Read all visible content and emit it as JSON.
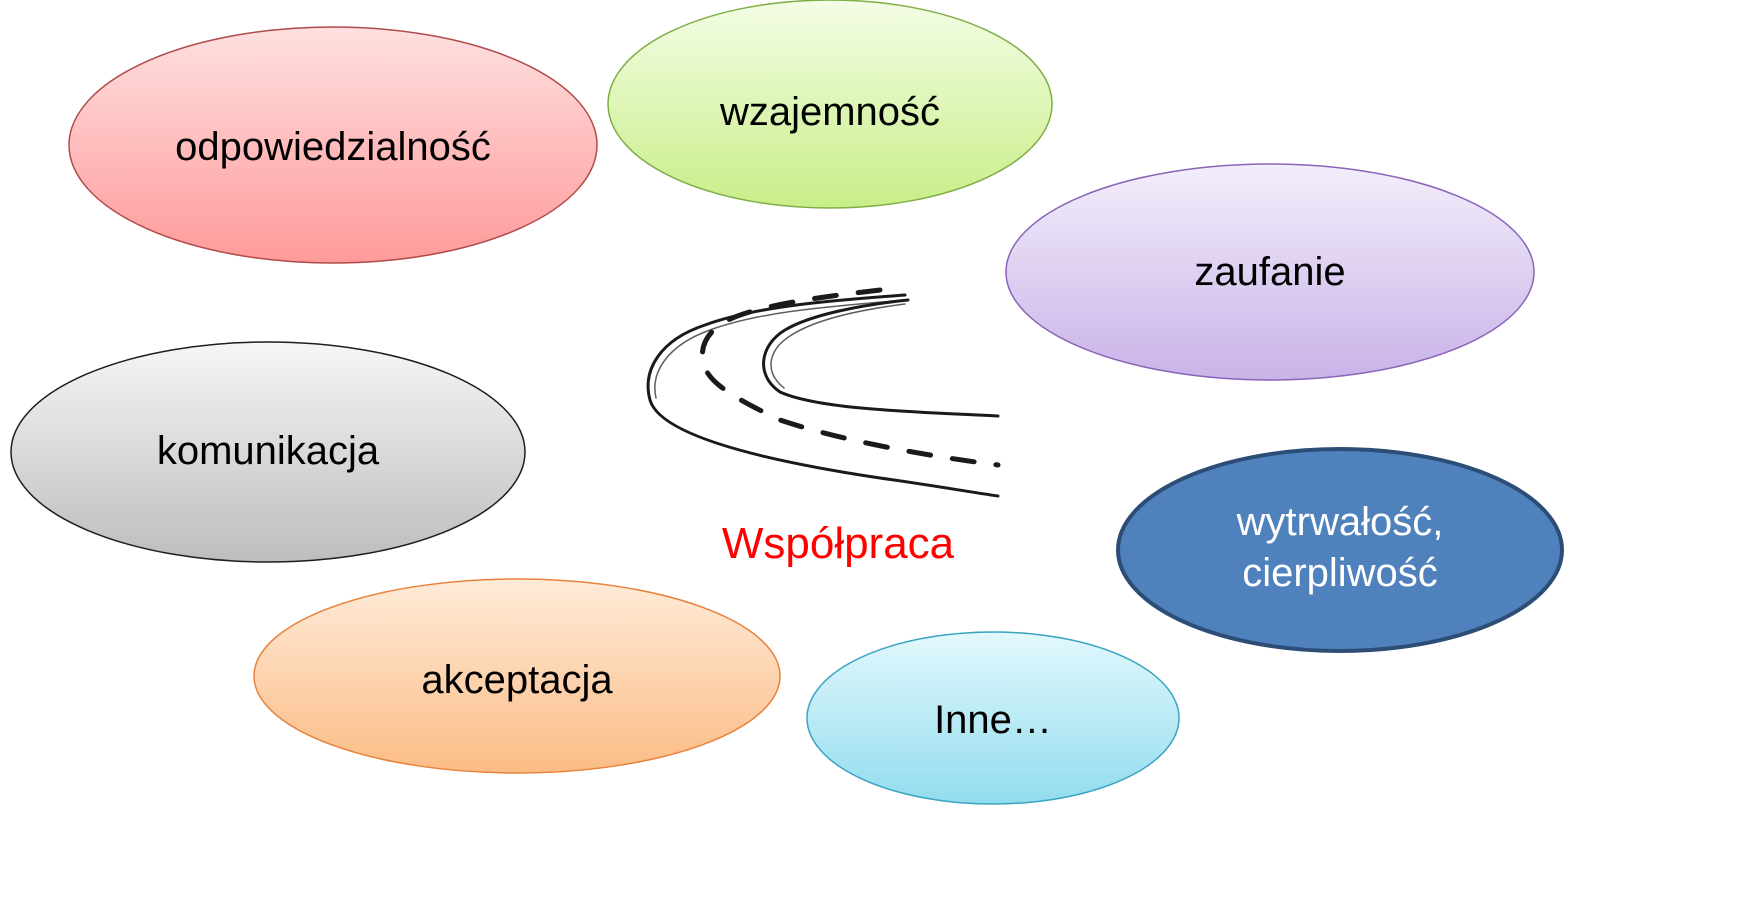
{
  "diagram": {
    "center": {
      "title": "Współpraca",
      "title_color": "#ff0000",
      "icon": "winding-road-icon"
    },
    "ovals": [
      {
        "id": "odpowiedzialnosc",
        "lines": [
          "odpowiedzialność"
        ],
        "fill_top": "#ffe0e0",
        "fill_bottom": "#ff9a9a",
        "stroke": "#b14a4a"
      },
      {
        "id": "wzajemnosc",
        "lines": [
          "wzajemność"
        ],
        "fill_top": "#f4fde6",
        "fill_bottom": "#c8ee88",
        "stroke": "#7fae46"
      },
      {
        "id": "zaufanie",
        "lines": [
          "zaufanie"
        ],
        "fill_top": "#f3eefb",
        "fill_bottom": "#c9b3e8",
        "stroke": "#8a64b8"
      },
      {
        "id": "komunikacja",
        "lines": [
          "komunikacja"
        ],
        "fill_top": "#f6f6f6",
        "fill_bottom": "#bdbdbd",
        "stroke": "#1e1e1e"
      },
      {
        "id": "wytrwalosc",
        "lines": [
          "wytrwałość,",
          "cierpliwość"
        ],
        "fill_top": "#4f81bd",
        "fill_bottom": "#4f81bd",
        "stroke": "#2c4d75"
      },
      {
        "id": "akceptacja",
        "lines": [
          "akceptacja"
        ],
        "fill_top": "#ffebd9",
        "fill_bottom": "#fbbc85",
        "stroke": "#e8823a"
      },
      {
        "id": "inne",
        "lines": [
          "Inne…"
        ],
        "fill_top": "#e3f8fd",
        "fill_bottom": "#92dcee",
        "stroke": "#3aa5c2"
      }
    ]
  }
}
